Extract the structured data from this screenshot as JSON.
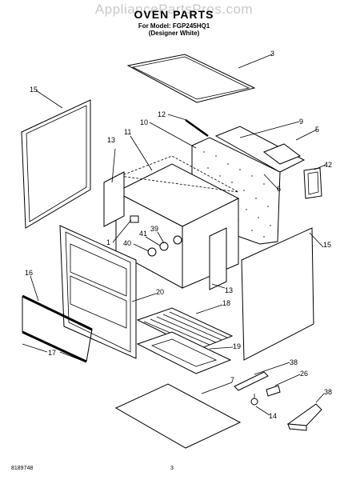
{
  "watermark": "AppliancePartsPros.com",
  "header": {
    "title": "OVEN PARTS",
    "model_line": "For Model: FGP245HQ1",
    "variant_line": "(Designer White)"
  },
  "footer": {
    "doc_number": "8189748",
    "page_number": "3"
  },
  "callouts": [
    {
      "key": "p3",
      "label": "3"
    },
    {
      "key": "p15a",
      "label": "15"
    },
    {
      "key": "p12",
      "label": "12"
    },
    {
      "key": "p10",
      "label": "10"
    },
    {
      "key": "p9",
      "label": "9"
    },
    {
      "key": "p5",
      "label": "5"
    },
    {
      "key": "p11",
      "label": "11"
    },
    {
      "key": "p13a",
      "label": "13"
    },
    {
      "key": "p42",
      "label": "42"
    },
    {
      "key": "p6",
      "label": "6"
    },
    {
      "key": "p41",
      "label": "41"
    },
    {
      "key": "p39",
      "label": "39"
    },
    {
      "key": "p1",
      "label": "1"
    },
    {
      "key": "p40",
      "label": "40"
    },
    {
      "key": "p15b",
      "label": "15"
    },
    {
      "key": "p16",
      "label": "16"
    },
    {
      "key": "p20",
      "label": "20"
    },
    {
      "key": "p13b",
      "label": "13"
    },
    {
      "key": "p18",
      "label": "18"
    },
    {
      "key": "p17",
      "label": "17"
    },
    {
      "key": "p19",
      "label": "19"
    },
    {
      "key": "p38a",
      "label": "38"
    },
    {
      "key": "p7",
      "label": "7"
    },
    {
      "key": "p26",
      "label": "26"
    },
    {
      "key": "p38b",
      "label": "38"
    },
    {
      "key": "p14",
      "label": "14"
    }
  ]
}
